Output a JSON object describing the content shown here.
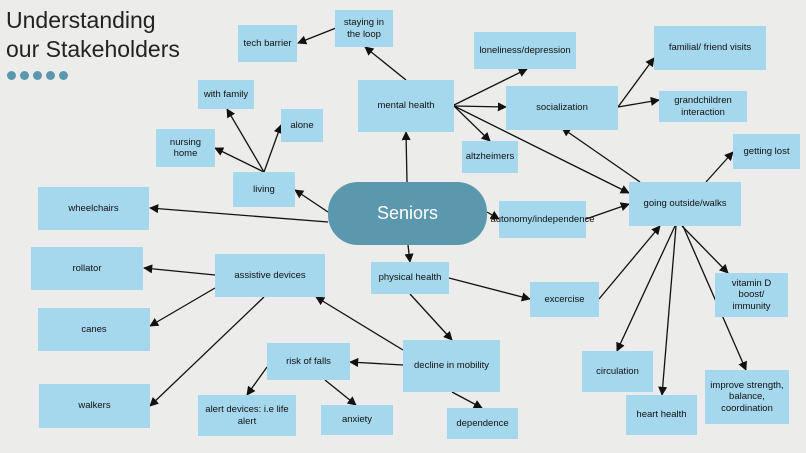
{
  "title": {
    "line1": "Understanding",
    "line2": "our Stakeholders"
  },
  "colors": {
    "node_fill": "#a5d8ed",
    "center_fill": "#5b98ae",
    "dot_fill": "#5b98ae",
    "edge": "#111111"
  },
  "center": {
    "id": "seniors",
    "label": "Seniors"
  },
  "nodes": [
    {
      "id": "tech-barrier",
      "label": "tech barrier"
    },
    {
      "id": "staying-in-loop",
      "label": "staying in the loop"
    },
    {
      "id": "loneliness",
      "label": "loneliness/depression"
    },
    {
      "id": "family-visits",
      "label": "familial/ friend visits"
    },
    {
      "id": "with-family",
      "label": "with family"
    },
    {
      "id": "alone",
      "label": "alone"
    },
    {
      "id": "nursing-home",
      "label": "nursing home"
    },
    {
      "id": "mental-health",
      "label": "mental health"
    },
    {
      "id": "socialization",
      "label": "socialization"
    },
    {
      "id": "grandchildren",
      "label": "grandchildren interaction"
    },
    {
      "id": "altzheimers",
      "label": "altzheimers"
    },
    {
      "id": "getting-lost",
      "label": "getting lost"
    },
    {
      "id": "living",
      "label": "living"
    },
    {
      "id": "going-outside",
      "label": "going outside/walks"
    },
    {
      "id": "autonomy",
      "label": "autonomy/independence"
    },
    {
      "id": "wheelchairs",
      "label": "wheelchairs"
    },
    {
      "id": "rollator",
      "label": "rollator"
    },
    {
      "id": "assistive-devices",
      "label": "assistive devices"
    },
    {
      "id": "physical-health",
      "label": "physical health"
    },
    {
      "id": "exercise",
      "label": "excercise"
    },
    {
      "id": "vitamin-d",
      "label": "vitamin D boost/ immunity"
    },
    {
      "id": "canes",
      "label": "canes"
    },
    {
      "id": "risk-of-falls",
      "label": "risk of falls"
    },
    {
      "id": "decline-mobility",
      "label": "decline in mobility"
    },
    {
      "id": "circulation",
      "label": "circulation"
    },
    {
      "id": "walkers",
      "label": "walkers"
    },
    {
      "id": "alert-devices",
      "label": "alert devices: i.e life alert"
    },
    {
      "id": "anxiety",
      "label": "anxiety"
    },
    {
      "id": "dependence",
      "label": "dependence"
    },
    {
      "id": "heart-health",
      "label": "heart health"
    },
    {
      "id": "improve-strength",
      "label": "improve strength, balance, coordination"
    }
  ],
  "edges": [
    {
      "from": "staying-in-loop",
      "to": "tech-barrier"
    },
    {
      "from": "mental-health",
      "to": "staying-in-loop"
    },
    {
      "from": "mental-health",
      "to": "loneliness"
    },
    {
      "from": "mental-health",
      "to": "socialization"
    },
    {
      "from": "mental-health",
      "to": "altzheimers"
    },
    {
      "from": "mental-health",
      "to": "going-outside"
    },
    {
      "from": "socialization",
      "to": "family-visits"
    },
    {
      "from": "socialization",
      "to": "grandchildren"
    },
    {
      "from": "going-outside",
      "to": "socialization"
    },
    {
      "from": "going-outside",
      "to": "getting-lost"
    },
    {
      "from": "going-outside",
      "to": "vitamin-d"
    },
    {
      "from": "going-outside",
      "to": "circulation"
    },
    {
      "from": "going-outside",
      "to": "heart-health"
    },
    {
      "from": "going-outside",
      "to": "improve-strength"
    },
    {
      "from": "seniors",
      "to": "mental-health"
    },
    {
      "from": "seniors",
      "to": "living"
    },
    {
      "from": "seniors",
      "to": "autonomy"
    },
    {
      "from": "seniors",
      "to": "physical-health"
    },
    {
      "from": "seniors",
      "to": "wheelchairs"
    },
    {
      "from": "autonomy",
      "to": "going-outside"
    },
    {
      "from": "living",
      "to": "with-family"
    },
    {
      "from": "living",
      "to": "alone"
    },
    {
      "from": "living",
      "to": "nursing-home"
    },
    {
      "from": "assistive-devices",
      "to": "rollator"
    },
    {
      "from": "assistive-devices",
      "to": "canes"
    },
    {
      "from": "assistive-devices",
      "to": "walkers"
    },
    {
      "from": "physical-health",
      "to": "exercise"
    },
    {
      "from": "physical-health",
      "to": "decline-mobility"
    },
    {
      "from": "exercise",
      "to": "going-outside"
    },
    {
      "from": "decline-mobility",
      "to": "assistive-devices"
    },
    {
      "from": "decline-mobility",
      "to": "risk-of-falls"
    },
    {
      "from": "decline-mobility",
      "to": "dependence"
    },
    {
      "from": "risk-of-falls",
      "to": "alert-devices"
    },
    {
      "from": "risk-of-falls",
      "to": "anxiety"
    }
  ]
}
